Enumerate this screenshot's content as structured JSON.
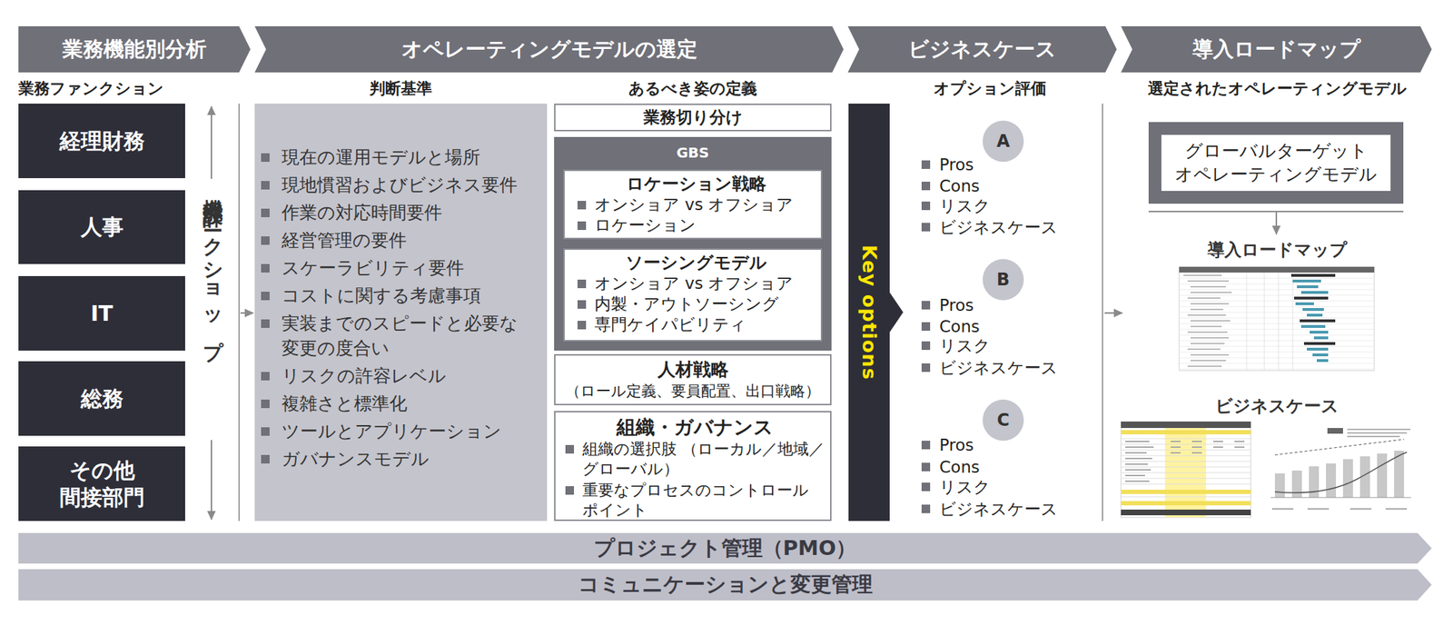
{
  "diagram": {
    "nodes": [
      {
        "text": [
          "業務機能別分析"
        ]
      },
      {
        "text": [
          "オペレーティングモデルの選定"
        ]
      },
      {
        "text": [
          "ビジネスケース"
        ]
      },
      {
        "text": [
          "導入ロードマップ"
        ]
      },
      {
        "text": [
          "経理財務"
        ]
      },
      {
        "text": [
          "人事"
        ]
      },
      {
        "text": [
          "IT"
        ]
      },
      {
        "text": [
          "総務"
        ]
      },
      {
        "text": [
          "その他 間接部門"
        ]
      },
      {
        "text": [
          "現在の運用モデルと場所",
          "現地慣習およびビジネス要件",
          "作業の対応時間要件",
          "経営管理の要件",
          "スケーラビリティ要件",
          "コストに関する考慮事項",
          "実装までのスピードと必要な 変更の度合い",
          "リスクの許容レベル",
          "複雑さと標準化",
          "ツールとアプリケーション",
          "ガバナンスモデル"
        ]
      },
      {
        "text": [
          "業務切り分け"
        ]
      },
      {
        "text": [
          "GBS"
        ]
      },
      {
        "text": [
          "ロケーション戦略",
          "オンショア vs オフショア",
          "ロケーション"
        ],
        "in": 11
      },
      {
        "text": [
          "ソーシングモデル",
          "オンショア vs オフショア",
          "内製・アウトソーシング",
          "専門ケイパビリティ"
        ],
        "in": 11
      },
      {
        "text": [
          "人材戦略",
          "（ロール定義、要員配置、出口戦略）"
        ]
      },
      {
        "text": [
          "組織・ガバナンス",
          "組織の選択肢 （ローカル／地域／グローバル）",
          "重要なプロセスのコントロール ポイント"
        ]
      },
      {
        "text": [
          "Key options"
        ]
      },
      {
        "text": [
          "A"
        ]
      },
      {
        "text": [
          "B"
        ]
      },
      {
        "text": [
          "C"
        ]
      },
      {
        "text": [
          "グローバルターゲット オペレーティングモデル"
        ]
      },
      {
        "text": [
          "プロジェクト管理（PMO）"
        ]
      },
      {
        "text": [
          "コミュニケーションと変更管理"
        ]
      }
    ],
    "labels": [
      "業務ファンクション",
      "機能設計ワークショップ",
      "判断基準",
      "あるべき姿の定義",
      "オプション評価",
      "Pros",
      "Cons",
      "リスク",
      "ビジネスケース",
      "Pros",
      "Cons",
      "リスク",
      "ビジネスケース",
      "Pros",
      "Cons",
      "リスク",
      "ビジネスケース",
      "選定されたオペレーティングモデル",
      "導入ロードマップ",
      "ビジネスケース"
    ]
  }
}
